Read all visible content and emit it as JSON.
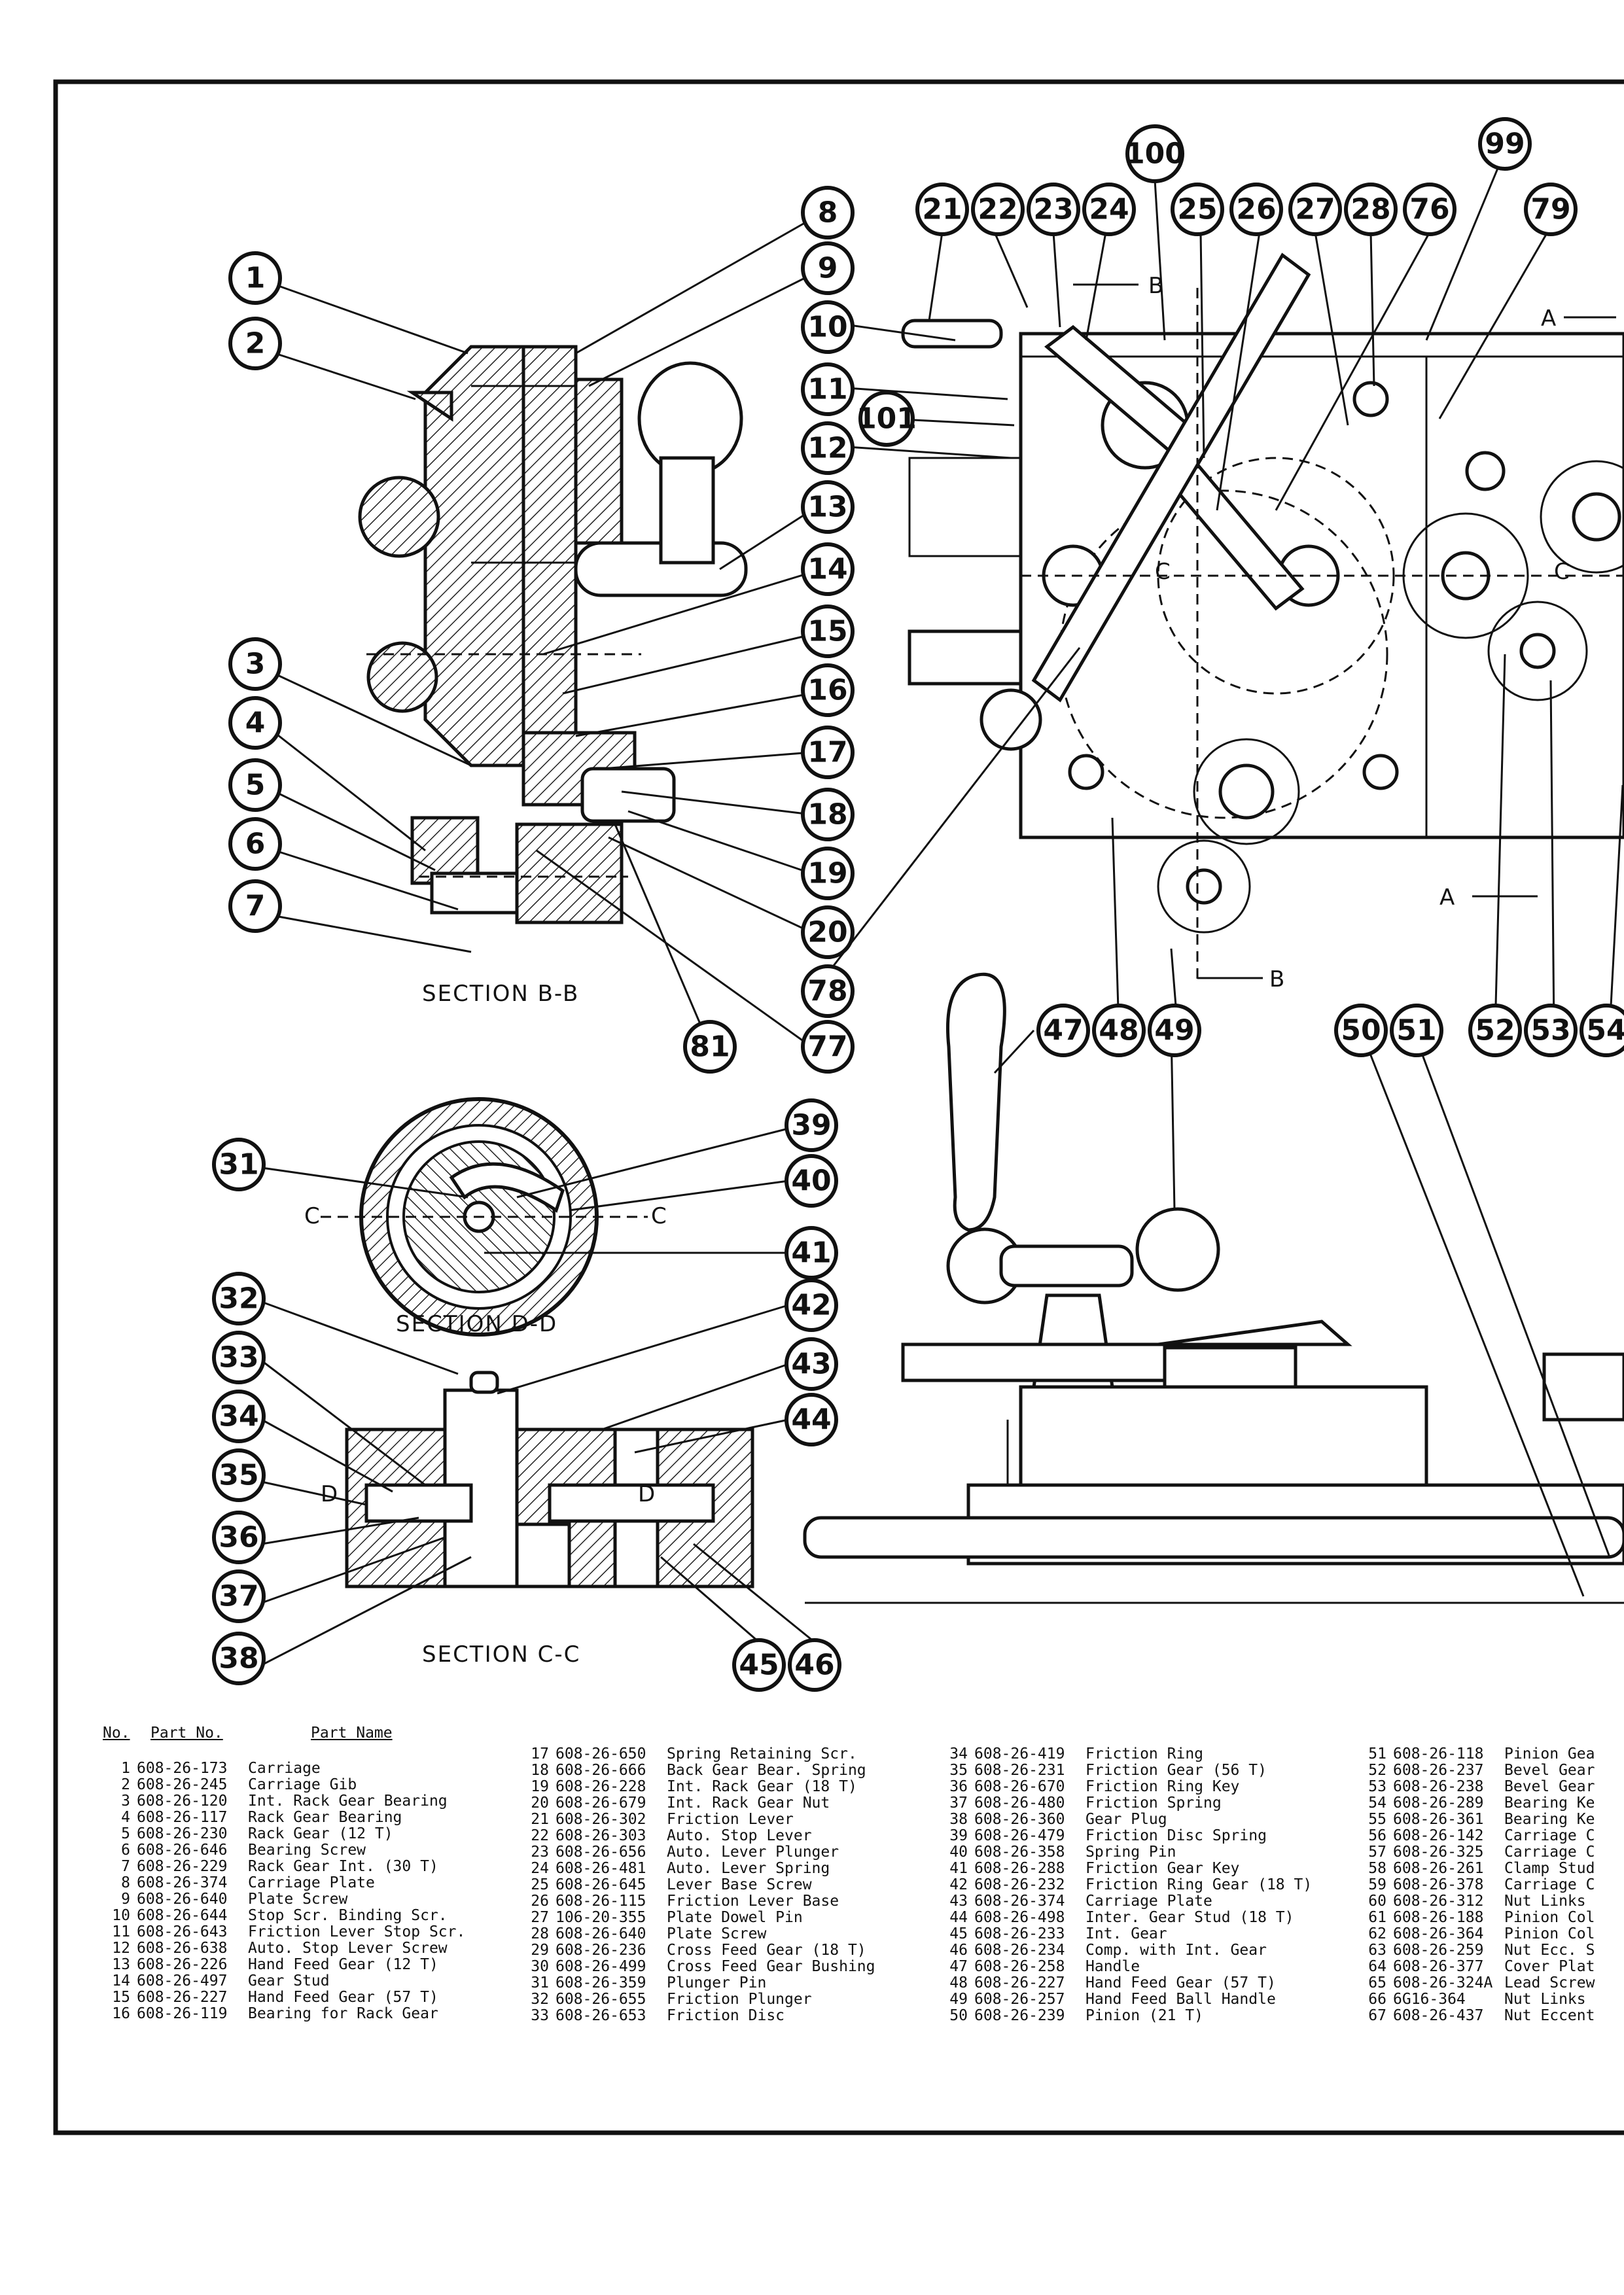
{
  "callouts": [
    "1",
    "2",
    "3",
    "4",
    "5",
    "6",
    "7",
    "8",
    "9",
    "10",
    "11",
    "12",
    "13",
    "14",
    "15",
    "16",
    "17",
    "18",
    "19",
    "20",
    "21",
    "22",
    "23",
    "24",
    "25",
    "26",
    "27",
    "28",
    "31",
    "32",
    "33",
    "34",
    "35",
    "36",
    "37",
    "38",
    "39",
    "40",
    "41",
    "42",
    "43",
    "44",
    "45",
    "46",
    "47",
    "48",
    "49",
    "50",
    "51",
    "52",
    "53",
    "54",
    "76",
    "77",
    "78",
    "79",
    "81",
    "99",
    "100",
    "101"
  ],
  "sections": {
    "bb": "SECTION B-B",
    "dd": "SECTION D-D",
    "cc": "SECTION C-C"
  },
  "markers": {
    "b": "B",
    "a": "A",
    "c": "C",
    "d": "D"
  },
  "table_headers": {
    "no": "No.",
    "part_no": "Part No.",
    "part_name": "Part Name"
  },
  "parts": [
    {
      "no": "1",
      "part": "608-26-173",
      "name": "Carriage"
    },
    {
      "no": "2",
      "part": "608-26-245",
      "name": "Carriage Gib"
    },
    {
      "no": "3",
      "part": "608-26-120",
      "name": "Int. Rack Gear Bearing"
    },
    {
      "no": "4",
      "part": "608-26-117",
      "name": "Rack Gear Bearing"
    },
    {
      "no": "5",
      "part": "608-26-230",
      "name": "Rack Gear (12 T)"
    },
    {
      "no": "6",
      "part": "608-26-646",
      "name": "Bearing Screw"
    },
    {
      "no": "7",
      "part": "608-26-229",
      "name": "Rack Gear Int. (30 T)"
    },
    {
      "no": "8",
      "part": "608-26-374",
      "name": "Carriage Plate"
    },
    {
      "no": "9",
      "part": "608-26-640",
      "name": "Plate Screw"
    },
    {
      "no": "10",
      "part": "608-26-644",
      "name": "Stop Scr. Binding Scr."
    },
    {
      "no": "11",
      "part": "608-26-643",
      "name": "Friction Lever Stop Scr."
    },
    {
      "no": "12",
      "part": "608-26-638",
      "name": "Auto. Stop Lever Screw"
    },
    {
      "no": "13",
      "part": "608-26-226",
      "name": "Hand Feed Gear (12 T)"
    },
    {
      "no": "14",
      "part": "608-26-497",
      "name": "Gear Stud"
    },
    {
      "no": "15",
      "part": "608-26-227",
      "name": "Hand Feed Gear (57 T)"
    },
    {
      "no": "16",
      "part": "608-26-119",
      "name": "Bearing for Rack Gear"
    },
    {
      "no": "17",
      "part": "608-26-650",
      "name": "Spring Retaining Scr."
    },
    {
      "no": "18",
      "part": "608-26-666",
      "name": "Back Gear Bear. Spring"
    },
    {
      "no": "19",
      "part": "608-26-228",
      "name": "Int. Rack Gear (18 T)"
    },
    {
      "no": "20",
      "part": "608-26-679",
      "name": "Int. Rack Gear Nut"
    },
    {
      "no": "21",
      "part": "608-26-302",
      "name": "Friction Lever"
    },
    {
      "no": "22",
      "part": "608-26-303",
      "name": "Auto. Stop Lever"
    },
    {
      "no": "23",
      "part": "608-26-656",
      "name": "Auto. Lever Plunger"
    },
    {
      "no": "24",
      "part": "608-26-481",
      "name": "Auto. Lever Spring"
    },
    {
      "no": "25",
      "part": "608-26-645",
      "name": "Lever Base Screw"
    },
    {
      "no": "26",
      "part": "608-26-115",
      "name": "Friction Lever Base"
    },
    {
      "no": "27",
      "part": "106-20-355",
      "name": "Plate Dowel Pin"
    },
    {
      "no": "28",
      "part": "608-26-640",
      "name": "Plate Screw"
    },
    {
      "no": "29",
      "part": "608-26-236",
      "name": "Cross Feed Gear (18 T)"
    },
    {
      "no": "30",
      "part": "608-26-499",
      "name": "Cross Feed Gear Bushing"
    },
    {
      "no": "31",
      "part": "608-26-359",
      "name": "Plunger Pin"
    },
    {
      "no": "32",
      "part": "608-26-655",
      "name": "Friction Plunger"
    },
    {
      "no": "33",
      "part": "608-26-653",
      "name": "Friction Disc"
    },
    {
      "no": "34",
      "part": "608-26-419",
      "name": "Friction Ring"
    },
    {
      "no": "35",
      "part": "608-26-231",
      "name": "Friction Gear (56 T)"
    },
    {
      "no": "36",
      "part": "608-26-670",
      "name": "Friction Ring Key"
    },
    {
      "no": "37",
      "part": "608-26-480",
      "name": "Friction Spring"
    },
    {
      "no": "38",
      "part": "608-26-360",
      "name": "Gear Plug"
    },
    {
      "no": "39",
      "part": "608-26-479",
      "name": "Friction Disc Spring"
    },
    {
      "no": "40",
      "part": "608-26-358",
      "name": "Spring Pin"
    },
    {
      "no": "41",
      "part": "608-26-288",
      "name": "Friction Gear Key"
    },
    {
      "no": "42",
      "part": "608-26-232",
      "name": "Friction Ring Gear (18 T)"
    },
    {
      "no": "43",
      "part": "608-26-374",
      "name": "Carriage Plate"
    },
    {
      "no": "44",
      "part": "608-26-498",
      "name": "Inter. Gear Stud (18 T)"
    },
    {
      "no": "45",
      "part": "608-26-233",
      "name": "Int. Gear"
    },
    {
      "no": "46",
      "part": "608-26-234",
      "name": "Comp. with Int. Gear"
    },
    {
      "no": "47",
      "part": "608-26-258",
      "name": "Handle"
    },
    {
      "no": "48",
      "part": "608-26-227",
      "name": "Hand Feed Gear (57 T)"
    },
    {
      "no": "49",
      "part": "608-26-257",
      "name": "Hand Feed Ball Handle"
    },
    {
      "no": "50",
      "part": "608-26-239",
      "name": "Pinion (21 T)"
    },
    {
      "no": "51",
      "part": "608-26-118",
      "name": "Pinion Gea"
    },
    {
      "no": "52",
      "part": "608-26-237",
      "name": "Bevel Gear"
    },
    {
      "no": "53",
      "part": "608-26-238",
      "name": "Bevel Gear"
    },
    {
      "no": "54",
      "part": "608-26-289",
      "name": "Bearing Ke"
    },
    {
      "no": "55",
      "part": "608-26-361",
      "name": "Bearing Ke"
    },
    {
      "no": "56",
      "part": "608-26-142",
      "name": "Carriage C"
    },
    {
      "no": "57",
      "part": "608-26-325",
      "name": "Carriage C"
    },
    {
      "no": "58",
      "part": "608-26-261",
      "name": "Clamp Stud"
    },
    {
      "no": "59",
      "part": "608-26-378",
      "name": "Carriage C"
    },
    {
      "no": "60",
      "part": "608-26-312",
      "name": "Nut Links"
    },
    {
      "no": "61",
      "part": "608-26-188",
      "name": "Pinion Col"
    },
    {
      "no": "62",
      "part": "608-26-364",
      "name": "Pinion Col"
    },
    {
      "no": "63",
      "part": "608-26-259",
      "name": "Nut Ecc. S"
    },
    {
      "no": "64",
      "part": "608-26-377",
      "name": "Cover Plat"
    },
    {
      "no": "65",
      "part": "608-26-324A",
      "name": "Lead Screw"
    },
    {
      "no": "66",
      "part": "6G16-364",
      "name": "Nut Links"
    },
    {
      "no": "67",
      "part": "608-26-437",
      "name": "Nut Eccent"
    }
  ]
}
